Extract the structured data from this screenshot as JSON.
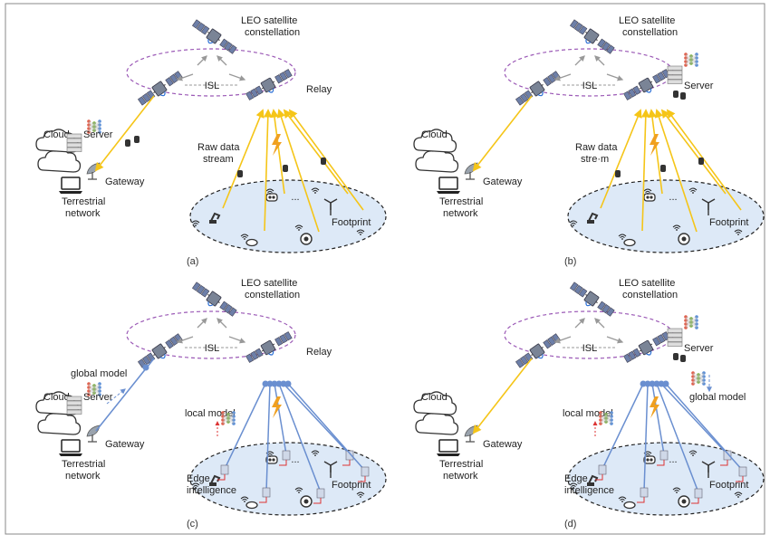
{
  "panels": [
    {
      "caption": "(a)",
      "constellation_label": [
        "LEO satellite",
        "constellation"
      ],
      "isl_label": "ISL",
      "relay_label": "Relay",
      "cloud_label": "Cloud",
      "server_label": "Server",
      "gateway_label": "Gateway",
      "terrestrial_label": [
        "Terrestrial",
        "network"
      ],
      "stream_label": [
        "Raw data",
        "stream"
      ],
      "footprint_label": "Footprint",
      "dots": "...",
      "mode": "raw-cloud"
    },
    {
      "caption": "(b)",
      "constellation_label": [
        "LEO satellite",
        "constellation"
      ],
      "isl_label": "ISL",
      "server_label": "Server",
      "cloud_label": "Cloud",
      "gateway_label": "Gateway",
      "terrestrial_label": [
        "Terrestrial",
        "network"
      ],
      "stream_label": [
        "Raw data",
        "stre·m"
      ],
      "footprint_label": "Footprint",
      "dots": "...",
      "mode": "raw-satellite"
    },
    {
      "caption": "(c)",
      "constellation_label": [
        "LEO satellite",
        "constellation"
      ],
      "isl_label": "ISL",
      "relay_label": "Relay",
      "global_model_label": "global model",
      "cloud_label": "Cloud",
      "server_label": "Server",
      "gateway_label": "Gateway",
      "terrestrial_label": [
        "Terrestrial",
        "network"
      ],
      "local_model_label": "local model",
      "edge_label": [
        "Edge",
        "intelligence"
      ],
      "footprint_label": "Footprint",
      "dots": "...",
      "mode": "fl-cloud"
    },
    {
      "caption": "(d)",
      "constellation_label": [
        "LEO satellite",
        "constellation"
      ],
      "isl_label": "ISL",
      "server_label": "Server",
      "global_model_label": "global model",
      "cloud_label": "Cloud",
      "gateway_label": "Gateway",
      "terrestrial_label": [
        "Terrestrial",
        "network"
      ],
      "local_model_label": "local model",
      "edge_label": [
        "Edge",
        "intelligence"
      ],
      "footprint_label": "Footprint",
      "dots": "...",
      "mode": "fl-satellite"
    }
  ],
  "colors": {
    "frame": "#888888",
    "orbit": "#9b59b6",
    "satellite_body": "#7a8496",
    "satellite_panel": "#6d7fa8",
    "raw_link": "#f5c518",
    "model_link": "#6a8fd0",
    "footprint_fill": "#dde9f7",
    "lightning": "#f0a020",
    "server_stack": "#555555"
  }
}
